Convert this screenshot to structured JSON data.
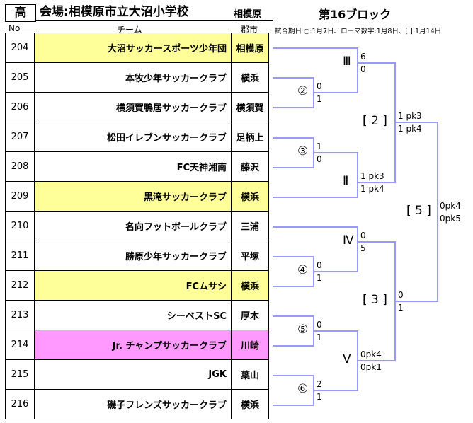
{
  "header": {
    "badge": "高",
    "venue": "会場:相模原市立大沼小学校",
    "city": "相模原",
    "block": "第16ブロック",
    "col_no": "No",
    "col_team": "チーム",
    "col_city": "郡市",
    "note": "試合期日 ○:1月7日、ローマ数字:1月8日、[ ]:1月14日"
  },
  "teams": [
    {
      "no": "204",
      "name": "大沼サッカースポーツ少年団",
      "city": "相模原",
      "hl": "yellow"
    },
    {
      "no": "205",
      "name": "本牧少年サッカークラブ",
      "city": "横浜",
      "hl": ""
    },
    {
      "no": "206",
      "name": "横須賀鴨居サッカークラブ",
      "city": "横須賀",
      "hl": ""
    },
    {
      "no": "207",
      "name": "松田イレブンサッカークラブ",
      "city": "足柄上",
      "hl": ""
    },
    {
      "no": "208",
      "name": "FC天神湘南",
      "city": "藤沢",
      "hl": ""
    },
    {
      "no": "209",
      "name": "黒滝サッカークラブ",
      "city": "横浜",
      "hl": "yellow"
    },
    {
      "no": "210",
      "name": "名向フットボールクラブ",
      "city": "三浦",
      "hl": ""
    },
    {
      "no": "211",
      "name": "勝原少年サッカークラブ",
      "city": "平塚",
      "hl": ""
    },
    {
      "no": "212",
      "name": "FCムサシ",
      "city": "横浜",
      "hl": "yellow"
    },
    {
      "no": "213",
      "name": "シーベストSC",
      "city": "厚木",
      "hl": ""
    },
    {
      "no": "214",
      "name": "Jr. チャンプサッカークラブ",
      "city": "川崎",
      "hl": "pink"
    },
    {
      "no": "215",
      "name": "JGK",
      "city": "葉山",
      "hl": ""
    },
    {
      "no": "216",
      "name": "磯子フレンズサッカークラブ",
      "city": "横浜",
      "hl": ""
    }
  ],
  "matches": {
    "m2": {
      "mark": "②",
      "s1": "0",
      "s2": "1"
    },
    "m3": {
      "mark": "③",
      "s1": "1",
      "s2": "0"
    },
    "m4": {
      "mark": "④",
      "s1": "0",
      "s2": "1"
    },
    "m5": {
      "mark": "⑤",
      "s1": "0",
      "s2": "1"
    },
    "m6": {
      "mark": "⑥",
      "s1": "2",
      "s2": "1"
    },
    "mIII": {
      "mark": "Ⅲ",
      "s1": "6",
      "s2": "0"
    },
    "mII": {
      "mark": "Ⅱ",
      "s1": "1 pk3",
      "s2": "1 pk4"
    },
    "mIV": {
      "mark": "Ⅳ",
      "s1": "0",
      "s2": "5"
    },
    "mV": {
      "mark": "Ⅴ",
      "s1": "0pk4",
      "s2": "0pk1"
    },
    "q2": {
      "mark": "[ 2 ]",
      "s1": "1 pk3",
      "s2": "1 pk4"
    },
    "q3": {
      "mark": "[ 3 ]",
      "s1": "0",
      "s2": "1"
    },
    "q5": {
      "mark": "[ 5 ]",
      "s1": "0pk4",
      "s2": "0pk5"
    }
  },
  "colors": {
    "line": "#9999ff",
    "yellow": "#ffff99",
    "pink": "#ff99ff"
  }
}
